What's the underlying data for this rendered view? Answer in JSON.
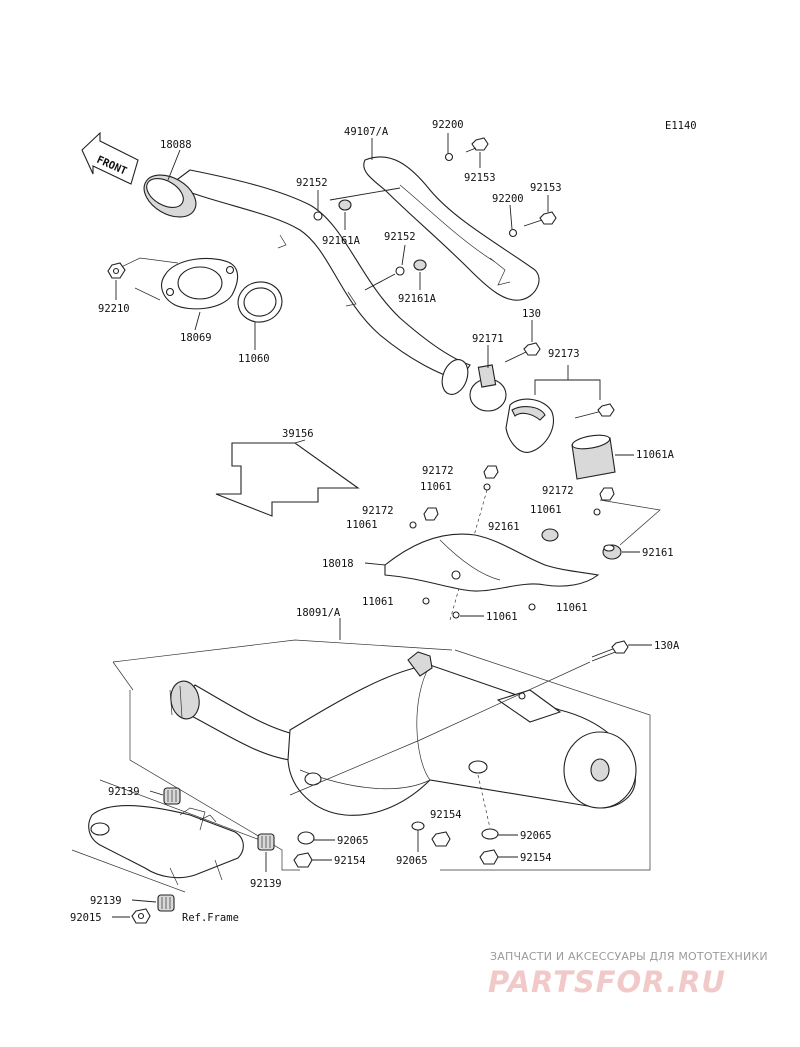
{
  "diagram_code": "E1140",
  "front_label": "FRONT",
  "ref_frame": "Ref.Frame",
  "parts": {
    "p18088": "18088",
    "p49107": "49107/A",
    "p92200a": "92200",
    "p92153a": "92153",
    "p92152a": "92152",
    "p92161Aa": "92161A",
    "p92153b": "92153",
    "p92200b": "92200",
    "p92152b": "92152",
    "p92161Ab": "92161A",
    "p92210": "92210",
    "p18069": "18069",
    "p11060": "11060",
    "p130": "130",
    "p92171": "92171",
    "p92173": "92173",
    "p39156": "39156",
    "p11061A": "11061A",
    "p92172a": "92172",
    "p11061a": "11061",
    "p92172b": "92172",
    "p92172c": "92172",
    "p11061b": "11061",
    "p11061c": "11061",
    "p92161a": "92161",
    "p92161b": "92161",
    "p18018": "18018",
    "p11061d": "11061",
    "p11061e": "11061",
    "p11061f": "11061",
    "p18091": "18091/A",
    "p130A": "130A",
    "p92139a": "92139",
    "p92154a": "92154",
    "p92065a": "92065",
    "p92065b": "92065",
    "p92154b": "92154",
    "p92065c": "92065",
    "p92154c": "92154",
    "p92139b": "92139",
    "p92139c": "92139",
    "p92015": "92015"
  },
  "watermark": {
    "caption": "ЗАПЧАСТИ И АКСЕССУАРЫ ДЛЯ МОТОТЕХНИКИ",
    "logo": "PARTSFOR.RU"
  }
}
